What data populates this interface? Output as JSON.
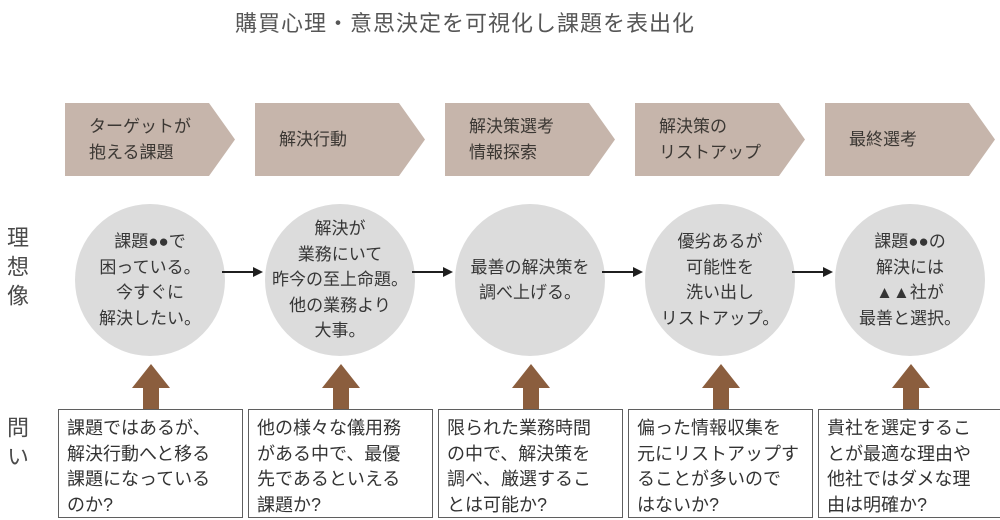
{
  "title": "購買心理・意思決定を可視化し課題を表出化",
  "side_labels": {
    "ideal": "理想像",
    "question": "問い"
  },
  "colors": {
    "chevron": "#c6b5ab",
    "circle": "#dcdcdc",
    "brown": "#8b5e3e",
    "connector": "#1f1f1f",
    "border": "#5f5f5f",
    "title": "#565656",
    "text": "#3a3a3a"
  },
  "columns": [
    {
      "stage": "ターゲットが\n抱える課題",
      "ideal": "課題●●で\n困っている。\n今すぐに\n解決したい。",
      "question": "課題ではあるが、\n解決行動へと移る\n課題になっている\nのか?"
    },
    {
      "stage": "解決行動",
      "ideal": "解決が\n業務にいて\n昨今の至上命題。\n他の業務より\n大事。",
      "question": "他の様々な儀用務\nがある中で、最優\n先であるといえる\n課題か?"
    },
    {
      "stage": "解決策選考\n情報探索",
      "ideal": "最善の解決策を\n調べ上げる。",
      "question": "限られた業務時間\nの中で、解決策を\n調べ、厳選するこ\nとは可能か?"
    },
    {
      "stage": "解決策の\nリストアップ",
      "ideal": "優劣あるが\n可能性を\n洗い出し\nリストアップ。",
      "question": "偏った情報収集を\n元にリストアップす\nることが多いので\nはないか?"
    },
    {
      "stage": "最終選考",
      "ideal": "課題●●の\n解決には\n▲▲社が\n最善と選択。",
      "question": "貴社を選定するこ\nとが最適な理由や\n他社ではダメな理\n由は明確か?"
    }
  ]
}
